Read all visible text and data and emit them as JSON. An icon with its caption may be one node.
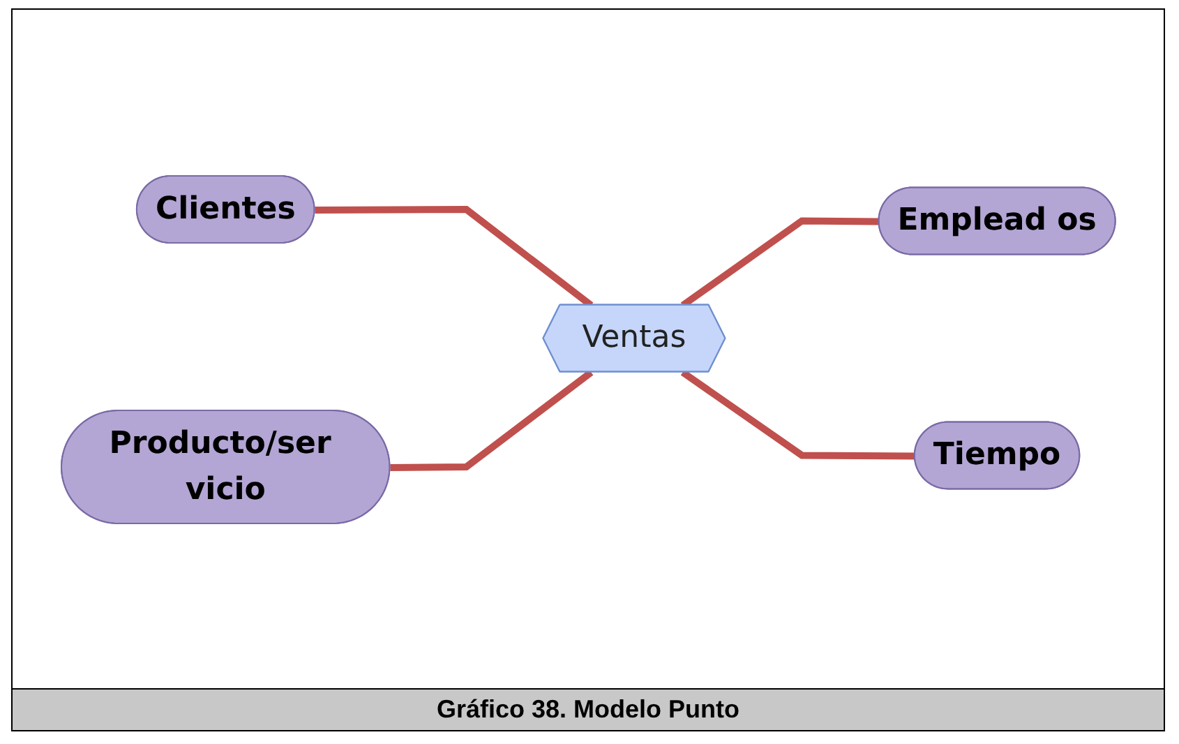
{
  "diagram": {
    "caption": "Gráfico 38. Modelo Punto",
    "nodes": [
      {
        "text": [
          "Clientes"
        ]
      },
      {
        "text": [
          "Emplead os"
        ]
      },
      {
        "text": [
          "Ventas"
        ]
      },
      {
        "text": [
          "Producto/ser vicio"
        ]
      },
      {
        "text": [
          "Tiempo"
        ]
      }
    ],
    "edges": [
      {
        "from": 0,
        "to": 2,
        "arrow": "none"
      },
      {
        "from": 2,
        "to": 1,
        "arrow": "none"
      },
      {
        "from": 3,
        "to": 2,
        "arrow": "none"
      },
      {
        "from": 2,
        "to": 4,
        "arrow": "none"
      }
    ]
  }
}
